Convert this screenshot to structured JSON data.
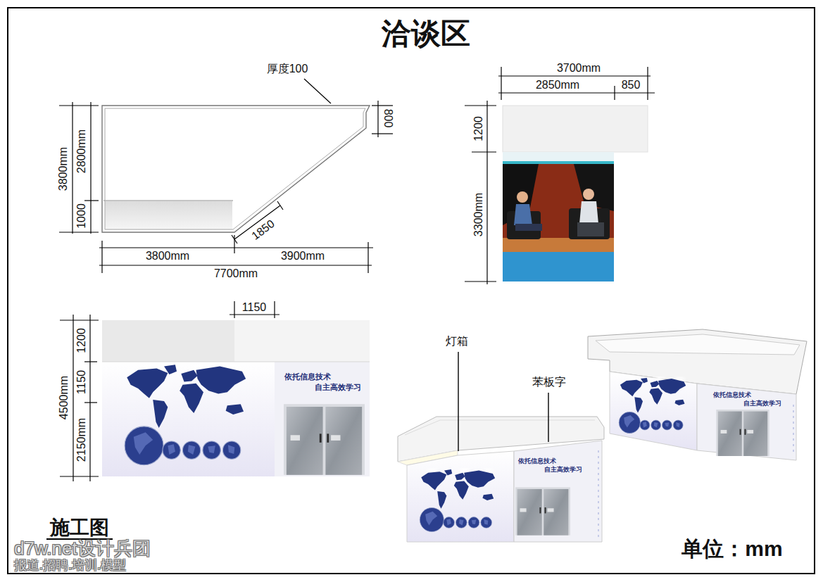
{
  "diagram": {
    "title": "洽谈区",
    "labels": [
      "厚度100",
      "3800mm",
      "2800mm",
      "1000",
      "800",
      "1850",
      "3800mm",
      "3900mm",
      "7700mm",
      "3700mm",
      "2850mm",
      "850",
      "1200",
      "3300mm",
      "1150",
      "1200",
      "4500mm",
      "1150",
      "2150mm",
      "依托信息技术",
      "自主高效学习",
      "灯箱",
      "苯板字",
      "依托信息技术",
      "自主高效学习",
      "依托信息技术",
      "自主高效学习",
      "施工图",
      "d7w.net设计兵团",
      "报道.招聘.培训.模型",
      "单位：mm"
    ]
  }
}
